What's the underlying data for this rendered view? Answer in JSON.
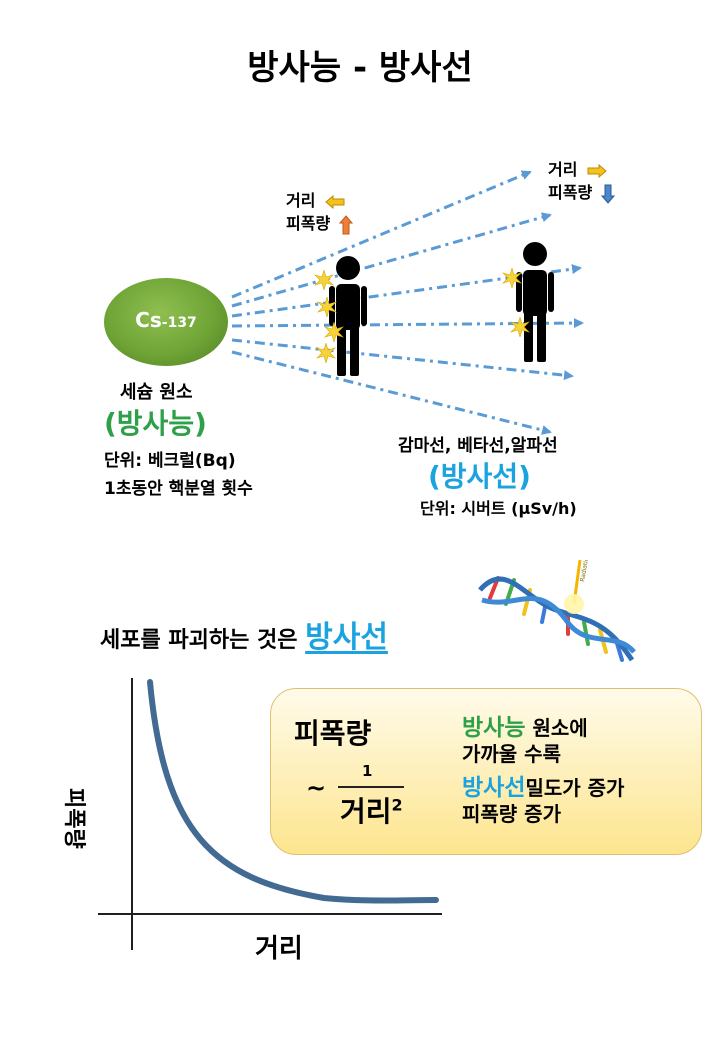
{
  "title": "방사능 - 방사선",
  "source": {
    "symbol": "Cs",
    "mass": "-137",
    "name": "세슘 원소",
    "category": "(방사능)",
    "unit": "단위: 베크럴(Bq)",
    "definition": "1초동안 핵분열 횟수"
  },
  "near_label": {
    "line1": "거리",
    "line2": "피폭량",
    "distance_arrow": "left",
    "dose_arrow": "up"
  },
  "far_label": {
    "line1": "거리",
    "line2": "피폭량",
    "distance_arrow": "right",
    "dose_arrow": "down"
  },
  "radiation": {
    "types": "감마선, 베타선,알파선",
    "category": "(방사선)",
    "unit": "단위: 시버트 (μSv/h)"
  },
  "cell_statement": {
    "prefix": "세포를 파괴하는 것은 ",
    "highlight": "방사선"
  },
  "dna_tag": "Radiation",
  "formula": {
    "left": "피폭량",
    "tilde": "~",
    "numerator": "1",
    "denominator": "거리",
    "exponent": "2"
  },
  "explanation": {
    "line1_highlight": "방사능",
    "line1_rest": " 원소에",
    "line2": "가까울 수록",
    "line3_highlight": "방사선",
    "line3_rest": "밀도가 증가",
    "line4": "피폭량 증가"
  },
  "graph": {
    "ylabel": "피폭량",
    "xlabel": "거리"
  },
  "colors": {
    "green": "#2ea04a",
    "blue": "#1aa3df",
    "ray": "#5b9bd5",
    "curve": "#426a93"
  }
}
